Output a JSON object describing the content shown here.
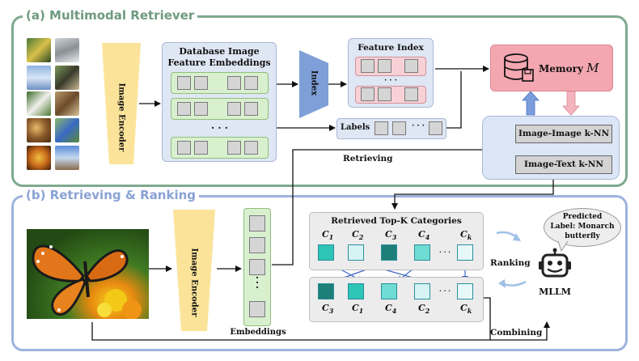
{
  "sections": {
    "retriever_title": "(a) Multimodal Retriever",
    "ranking_title": "(b) Retrieving & Ranking"
  },
  "retriever": {
    "encoder_label": "Image Encoder",
    "db_title_line1": "Database Image",
    "db_title_line2": "Feature Embeddings",
    "ellipsis": "· · ·",
    "index_label": "Index",
    "feature_index_title": "Feature Index",
    "labels_label": "Labels",
    "memory_label": "Memory",
    "memory_symbol": "M",
    "knn_image_image": "Image-Image k-NN",
    "knn_image_text": "Image-Text k-NN",
    "retrieving_label": "Retrieving"
  },
  "ranking": {
    "encoder_label": "Image Encoder",
    "embeddings_label": "Embeddings",
    "topk_title": "Retrieved Top-K Categories",
    "top_row": [
      "C1",
      "C2",
      "C3",
      "C4",
      "Ck"
    ],
    "bottom_row": [
      "C3",
      "C1",
      "C4",
      "C2",
      "Ck"
    ],
    "ranking_label": "Ranking",
    "combining_label": "Combining",
    "mllm_label": "MLLM",
    "predicted_line1": "Predicted",
    "predicted_line2": "Label:  Monarch",
    "predicted_line3": "butterfly"
  },
  "colors": {
    "retriever_border": "#7fa98f",
    "ranking_border": "#9db3dd",
    "encoder_fill": "#fbe49a",
    "memory_fill": "#f4a7b0",
    "knn_fill": "#dce6f7",
    "db_fill": "#dfe6f4",
    "index_fill": "#7f9fd8"
  }
}
